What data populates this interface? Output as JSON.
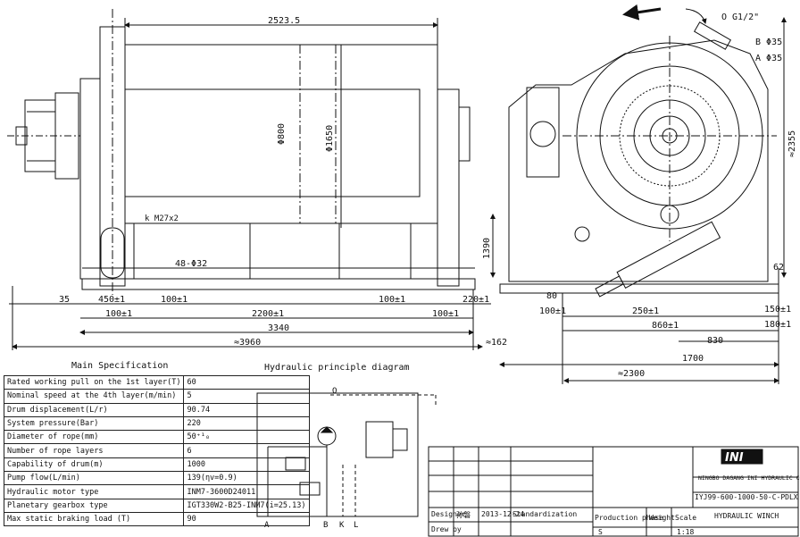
{
  "dimensions": {
    "top_length": "2523.5",
    "drum_dia": "Φ800",
    "flange_dia": "Φ1650",
    "bolt": "k M27x2",
    "hole": "48-Φ32",
    "d35": "35",
    "d450": "450±1",
    "d100a": "100±1",
    "d100b": "100±1",
    "d100c": "100±1",
    "d100d": "100±1",
    "d2200": "2200±1",
    "d220": "220±1",
    "d3340": "3340",
    "d3960": "≈3960",
    "d162": "≈162",
    "h1390": "1390",
    "h2355": "≈2355",
    "port_o": "O G1/2\"",
    "port_b": "B Φ35",
    "port_a": "A Φ35",
    "d62": "62",
    "d80": "80",
    "d100e": "100±1",
    "d250": "250±1",
    "d860": "860±1",
    "d830": "830",
    "d1700": "1700",
    "d2300": "≈2300",
    "d150": "150±1",
    "d180": "180±1"
  },
  "spec": {
    "title": "Main Specification",
    "rows": [
      {
        "k": "Rated working pull on the 1st layer(T)",
        "v": "60"
      },
      {
        "k": "Nominal speed at the 4th layer(m/min)",
        "v": "5"
      },
      {
        "k": "Drum displacement(L/r)",
        "v": "90.74"
      },
      {
        "k": "System pressure(Bar)",
        "v": "220"
      },
      {
        "k": "Diameter of rope(mm)",
        "v": "50⁺¹₀"
      },
      {
        "k": "Number of rope layers",
        "v": "6"
      },
      {
        "k": "Capability of drum(m)",
        "v": "1000"
      },
      {
        "k": "Pump flow(L/min)",
        "v": "139(ηv=0.9)"
      },
      {
        "k": "Hydraulic motor type",
        "v": "INM7-3600D24011"
      },
      {
        "k": "Planetary gearbox type",
        "v": "IGT330W2-B25-INM7(i=25.13)"
      },
      {
        "k": "Max static braking load (T)",
        "v": "90"
      }
    ]
  },
  "hydraulic": {
    "title": "Hydraulic principle diagram",
    "port_o": "O",
    "port_a": "A",
    "port_b": "B",
    "port_k": "K",
    "port_l": "L"
  },
  "title_block": {
    "company": "NINGBO DAGANG INI HYDRAULIC CO.,LTD",
    "drawing_no": "IYJ99-600-1000-50-C-PDLX",
    "name": "HYDRAULIC WINCH",
    "designer_label": "Designer",
    "designer": "孙磐",
    "date": "2013-12-24",
    "standardization": "Standardization",
    "drawn_by": "Drew by",
    "production_phase": "Production phase",
    "weight": "Weight",
    "scale": "Scale",
    "phase_value": "S",
    "scale_value": "1:18",
    "logo_text": "INI"
  }
}
